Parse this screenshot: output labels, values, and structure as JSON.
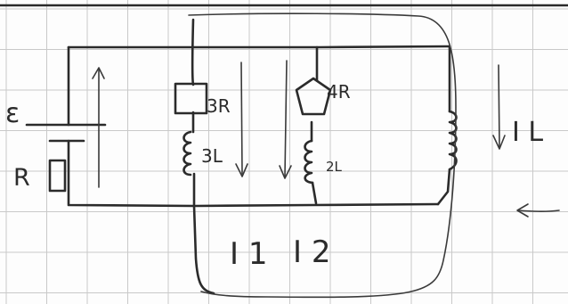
{
  "page": {
    "background": "#fdfdfd",
    "grid_color": "#c9c9c9",
    "ink_color": "#2b2b2b"
  },
  "labels": {
    "emf": "ε",
    "internal_resistance": "R",
    "resistor_3r": "3R",
    "resistor_4r": "4R",
    "inductor_3l": "3L",
    "inductor_2l": "2L",
    "current_1": "I 1",
    "current_2": "I 2",
    "current_l": "I L"
  }
}
